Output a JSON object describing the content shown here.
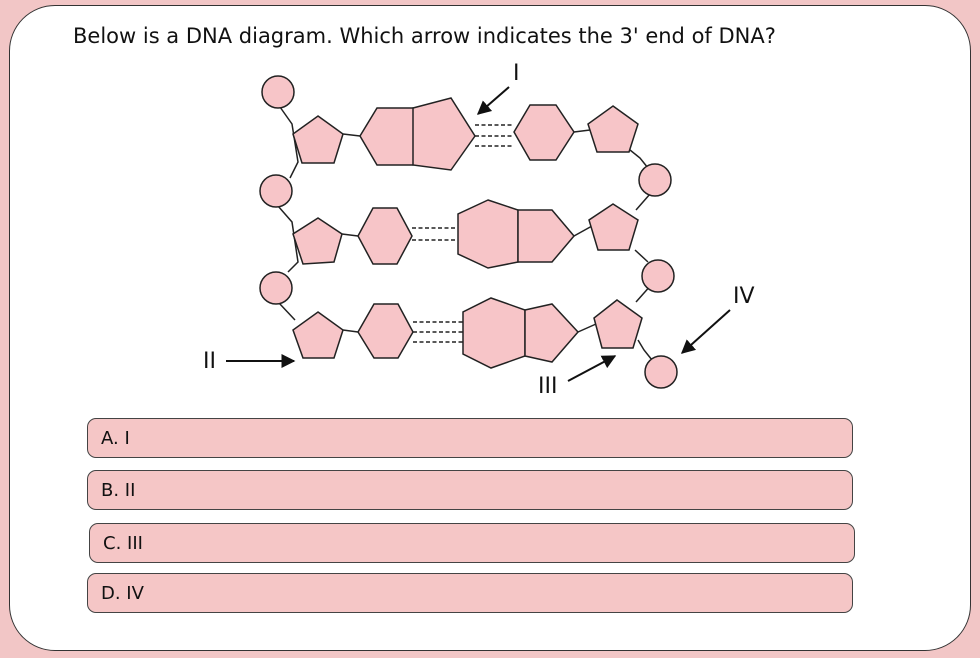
{
  "question": "Below is a DNA diagram. Which arrow indicates the 3' end of DNA?",
  "arrow_labels": {
    "one": "I",
    "two": "II",
    "three": "III",
    "four": "IV"
  },
  "options": [
    "A. I",
    "B. II",
    "C. III",
    "D. IV"
  ],
  "colors": {
    "page_bg": "#f2c6c6",
    "shape_fill": "#f7c5c8",
    "option_fill": "#f5c6c6"
  }
}
